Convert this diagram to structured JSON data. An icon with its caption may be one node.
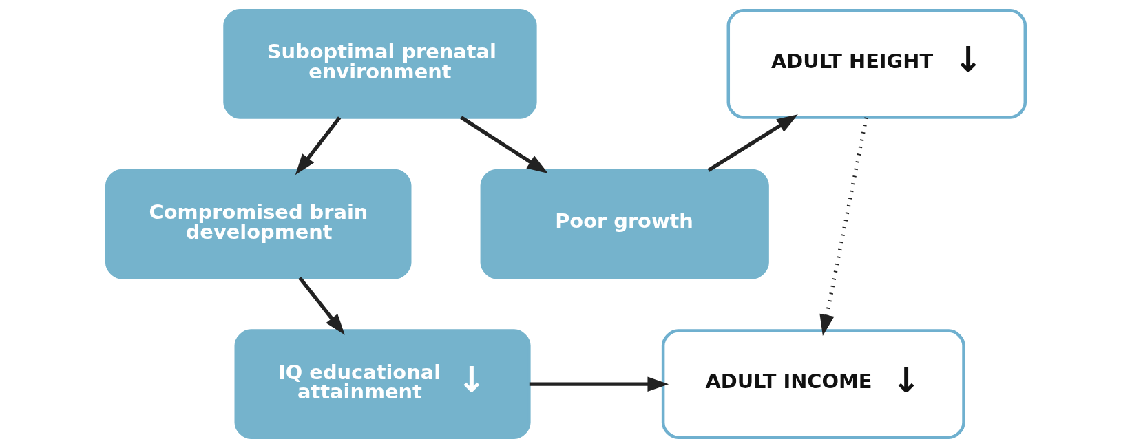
{
  "diagram": {
    "nodes": [
      {
        "text": [
          "Suboptimal prenatal environment"
        ]
      },
      {
        "text": [
          "ADULT HEIGHT",
          "↓"
        ]
      },
      {
        "text": [
          "Compromised brain development"
        ]
      },
      {
        "text": [
          "Poor growth"
        ]
      },
      {
        "text": [
          "IQ educational attainment",
          "↓"
        ]
      },
      {
        "text": [
          "ADULT INCOME",
          "↓"
        ]
      }
    ],
    "edges": [
      {
        "from": 0,
        "to": 2,
        "arrow": "to"
      },
      {
        "from": 0,
        "to": 3,
        "arrow": "to"
      },
      {
        "from": 3,
        "to": 1,
        "arrow": "to"
      },
      {
        "from": 1,
        "to": 5,
        "arrow": "to",
        "style": "dashed"
      },
      {
        "from": 2,
        "to": 4,
        "arrow": "to"
      },
      {
        "from": 4,
        "to": 5,
        "arrow": "to"
      }
    ]
  }
}
